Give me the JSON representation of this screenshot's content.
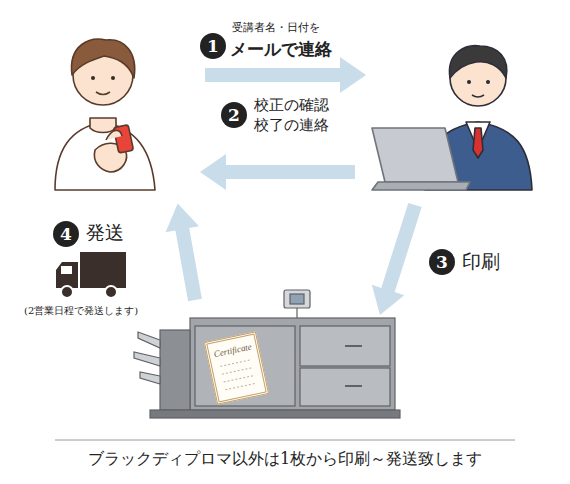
{
  "diagram": {
    "nodes": [
      {
        "text": [
          "1"
        ]
      },
      {
        "text": [
          "2"
        ]
      },
      {
        "text": [
          "3"
        ]
      },
      {
        "text": [
          "4"
        ]
      },
      {
        "text": [
          "Certificate"
        ]
      }
    ],
    "labels": [
      "受講者名・日付を",
      "メールで連絡",
      "校正の確認 校了の連絡",
      "印刷",
      "発送",
      "(2営業日程で発送します)",
      "ブラックディプロマ以外は1枚から印刷～発送致します"
    ]
  }
}
